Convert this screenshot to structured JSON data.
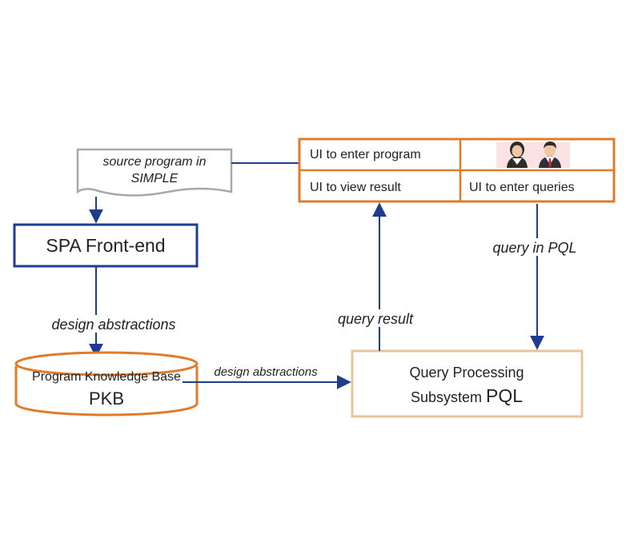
{
  "source_doc": {
    "line1": "source program in",
    "line2": "SIMPLE"
  },
  "front_end": {
    "label": "SPA Front-end"
  },
  "edge_labels": {
    "design_abstractions_vertical": "design abstractions",
    "design_abstractions_horizontal": "design abstractions",
    "query_result": "query result",
    "query_in_pql": "query in PQL"
  },
  "pkb": {
    "line1": "Program Knowledge Base",
    "line2": "PKB"
  },
  "query_processor": {
    "line1": "Query Processing",
    "line2_prefix": "Subsystem ",
    "line2_suffix": "PQL"
  },
  "ui_panel": {
    "enter_program": "UI  to enter program",
    "view_result": "UI to view result",
    "enter_queries": "UI to enter queries",
    "users_icon": "users-icon"
  },
  "colors": {
    "navy": "#1f3d8f",
    "orange": "#e07b2a",
    "tan": "#e8c49a",
    "gray": "#a8a8a8"
  }
}
